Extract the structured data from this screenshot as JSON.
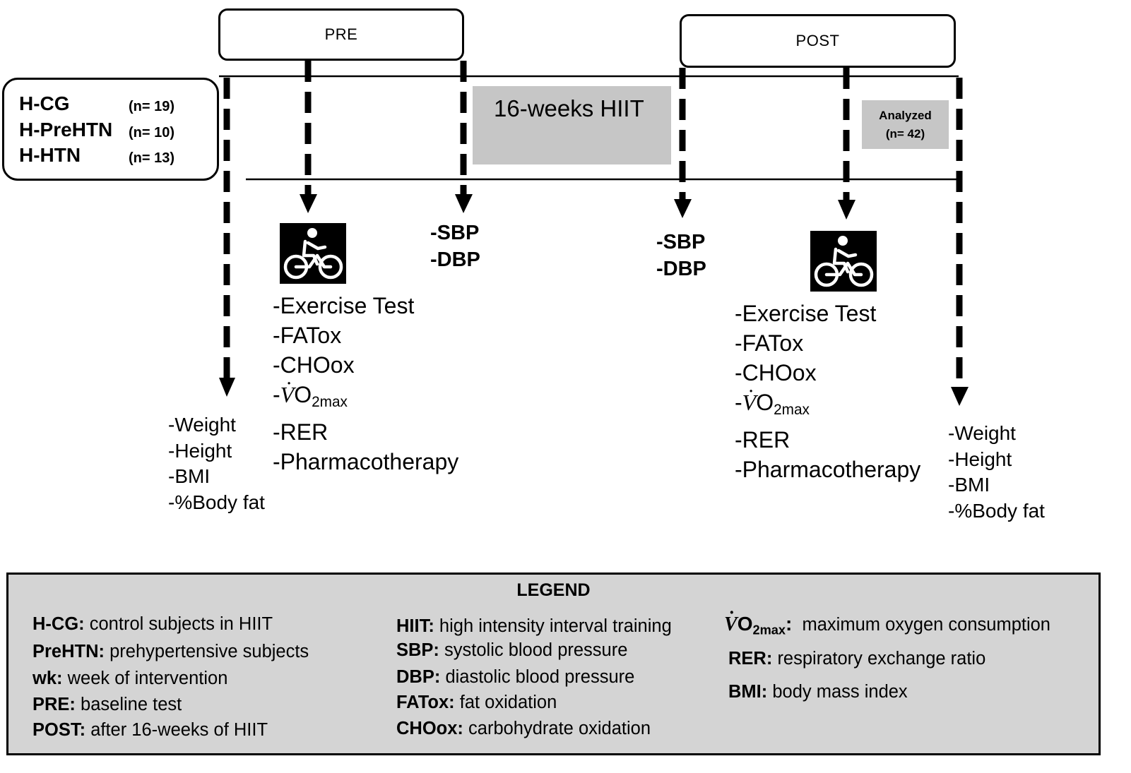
{
  "phases": {
    "pre": "PRE",
    "post": "POST"
  },
  "groups": [
    {
      "name": "H-CG",
      "n": "(n= 19)"
    },
    {
      "name": "H-PreHTN",
      "n": "(n= 10)"
    },
    {
      "name": "H-HTN",
      "n": "(n= 13)"
    }
  ],
  "intervention": {
    "label": "16-weeks HIIT"
  },
  "analyzed": {
    "line1": "Analyzed",
    "line2": "(n= 42)"
  },
  "pre_bp": [
    "-SBP",
    "-DBP"
  ],
  "post_bp": [
    "-SBP",
    "-DBP"
  ],
  "pre_exercise": {
    "items": [
      "-Exercise Test",
      "-FATox",
      "-CHOox"
    ],
    "vo2_prefix": "-",
    "vo2_symbol": "V",
    "vo2_o": "O",
    "vo2_sub": "2max",
    "items_after": [
      "-RER",
      "-Pharmacotherapy"
    ]
  },
  "post_exercise": {
    "items": [
      "-Exercise Test",
      "-FATox",
      "-CHOox"
    ],
    "vo2_prefix": "-",
    "vo2_symbol": "V",
    "vo2_o": "O",
    "vo2_sub": "2max",
    "items_after": [
      "-RER",
      "-Pharmacotherapy"
    ]
  },
  "pre_body": [
    "-Weight",
    "-Height",
    "-BMI",
    "-%Body fat"
  ],
  "post_body": [
    "-Weight",
    "-Height",
    "-BMI",
    "-%Body fat"
  ],
  "icons": {
    "exercise": "cycling-icon",
    "arrows": "arrow-down-icon"
  },
  "legend": {
    "title": "LEGEND",
    "col1": [
      {
        "term": "H-CG:",
        "def": "control subjects in HIIT"
      },
      {
        "term": "PreHTN:",
        "def": "prehypertensive subjects"
      },
      {
        "term": "wk:",
        "def": "week of intervention"
      },
      {
        "term": "PRE:",
        "def": "baseline test"
      },
      {
        "term": "POST:",
        "def": "after 16-weeks of HIIT"
      }
    ],
    "col2": [
      {
        "term": "HIIT:",
        "def": "high intensity interval training"
      },
      {
        "term": "SBP:",
        "def": "systolic blood pressure"
      },
      {
        "term": "DBP:",
        "def": "diastolic blood pressure"
      },
      {
        "term": "FATox:",
        "def": "fat oxidation"
      },
      {
        "term": "CHOox:",
        "def": "carbohydrate oxidation"
      }
    ],
    "col3_vo2": {
      "symbol": "V",
      "o": "O",
      "sub": "2max",
      "colon": ":",
      "def": "maximum oxygen consumption"
    },
    "col3": [
      {
        "term": "RER:",
        "def": "respiratory exchange ratio"
      },
      {
        "term": "BMI:",
        "def": "body mass index"
      }
    ]
  },
  "colors": {
    "gray_box": "#c6c6c6",
    "legend_bg": "#d4d4d4",
    "stroke": "#000000"
  }
}
